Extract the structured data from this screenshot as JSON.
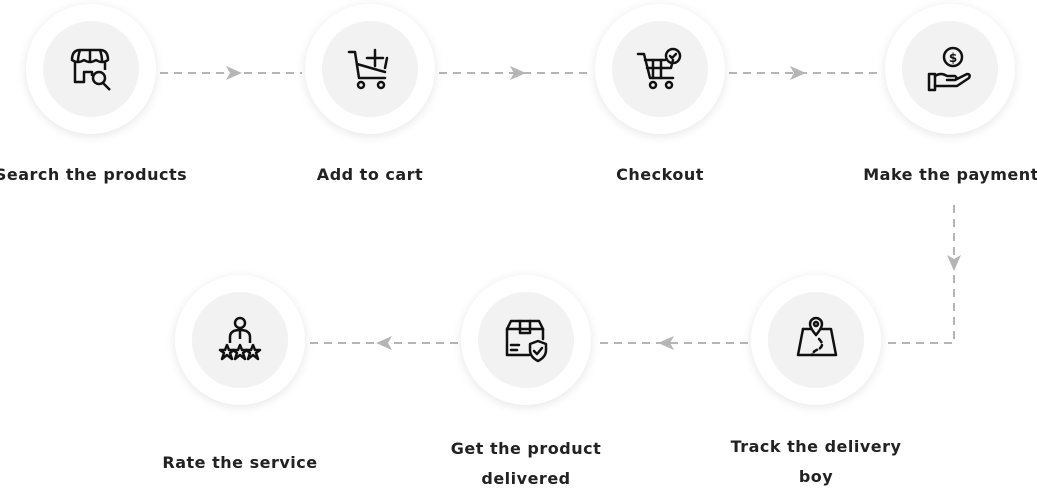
{
  "steps": [
    {
      "label": "Search the products",
      "icon": "shop-search-icon"
    },
    {
      "label": "Add to cart",
      "icon": "cart-add-icon"
    },
    {
      "label": "Checkout",
      "icon": "cart-check-icon"
    },
    {
      "label": "Make the payment",
      "icon": "hand-dollar-icon"
    },
    {
      "label_line1": "Track the delivery",
      "label_line2": "boy",
      "icon": "map-pin-icon"
    },
    {
      "label_line1": "Get the product",
      "label_line2": "delivered",
      "icon": "box-shield-icon"
    },
    {
      "label": "Rate the service",
      "icon": "person-stars-icon"
    }
  ],
  "colors": {
    "connector": "#b5b5b5",
    "inner": "#f2f2f2",
    "text": "#222222"
  }
}
